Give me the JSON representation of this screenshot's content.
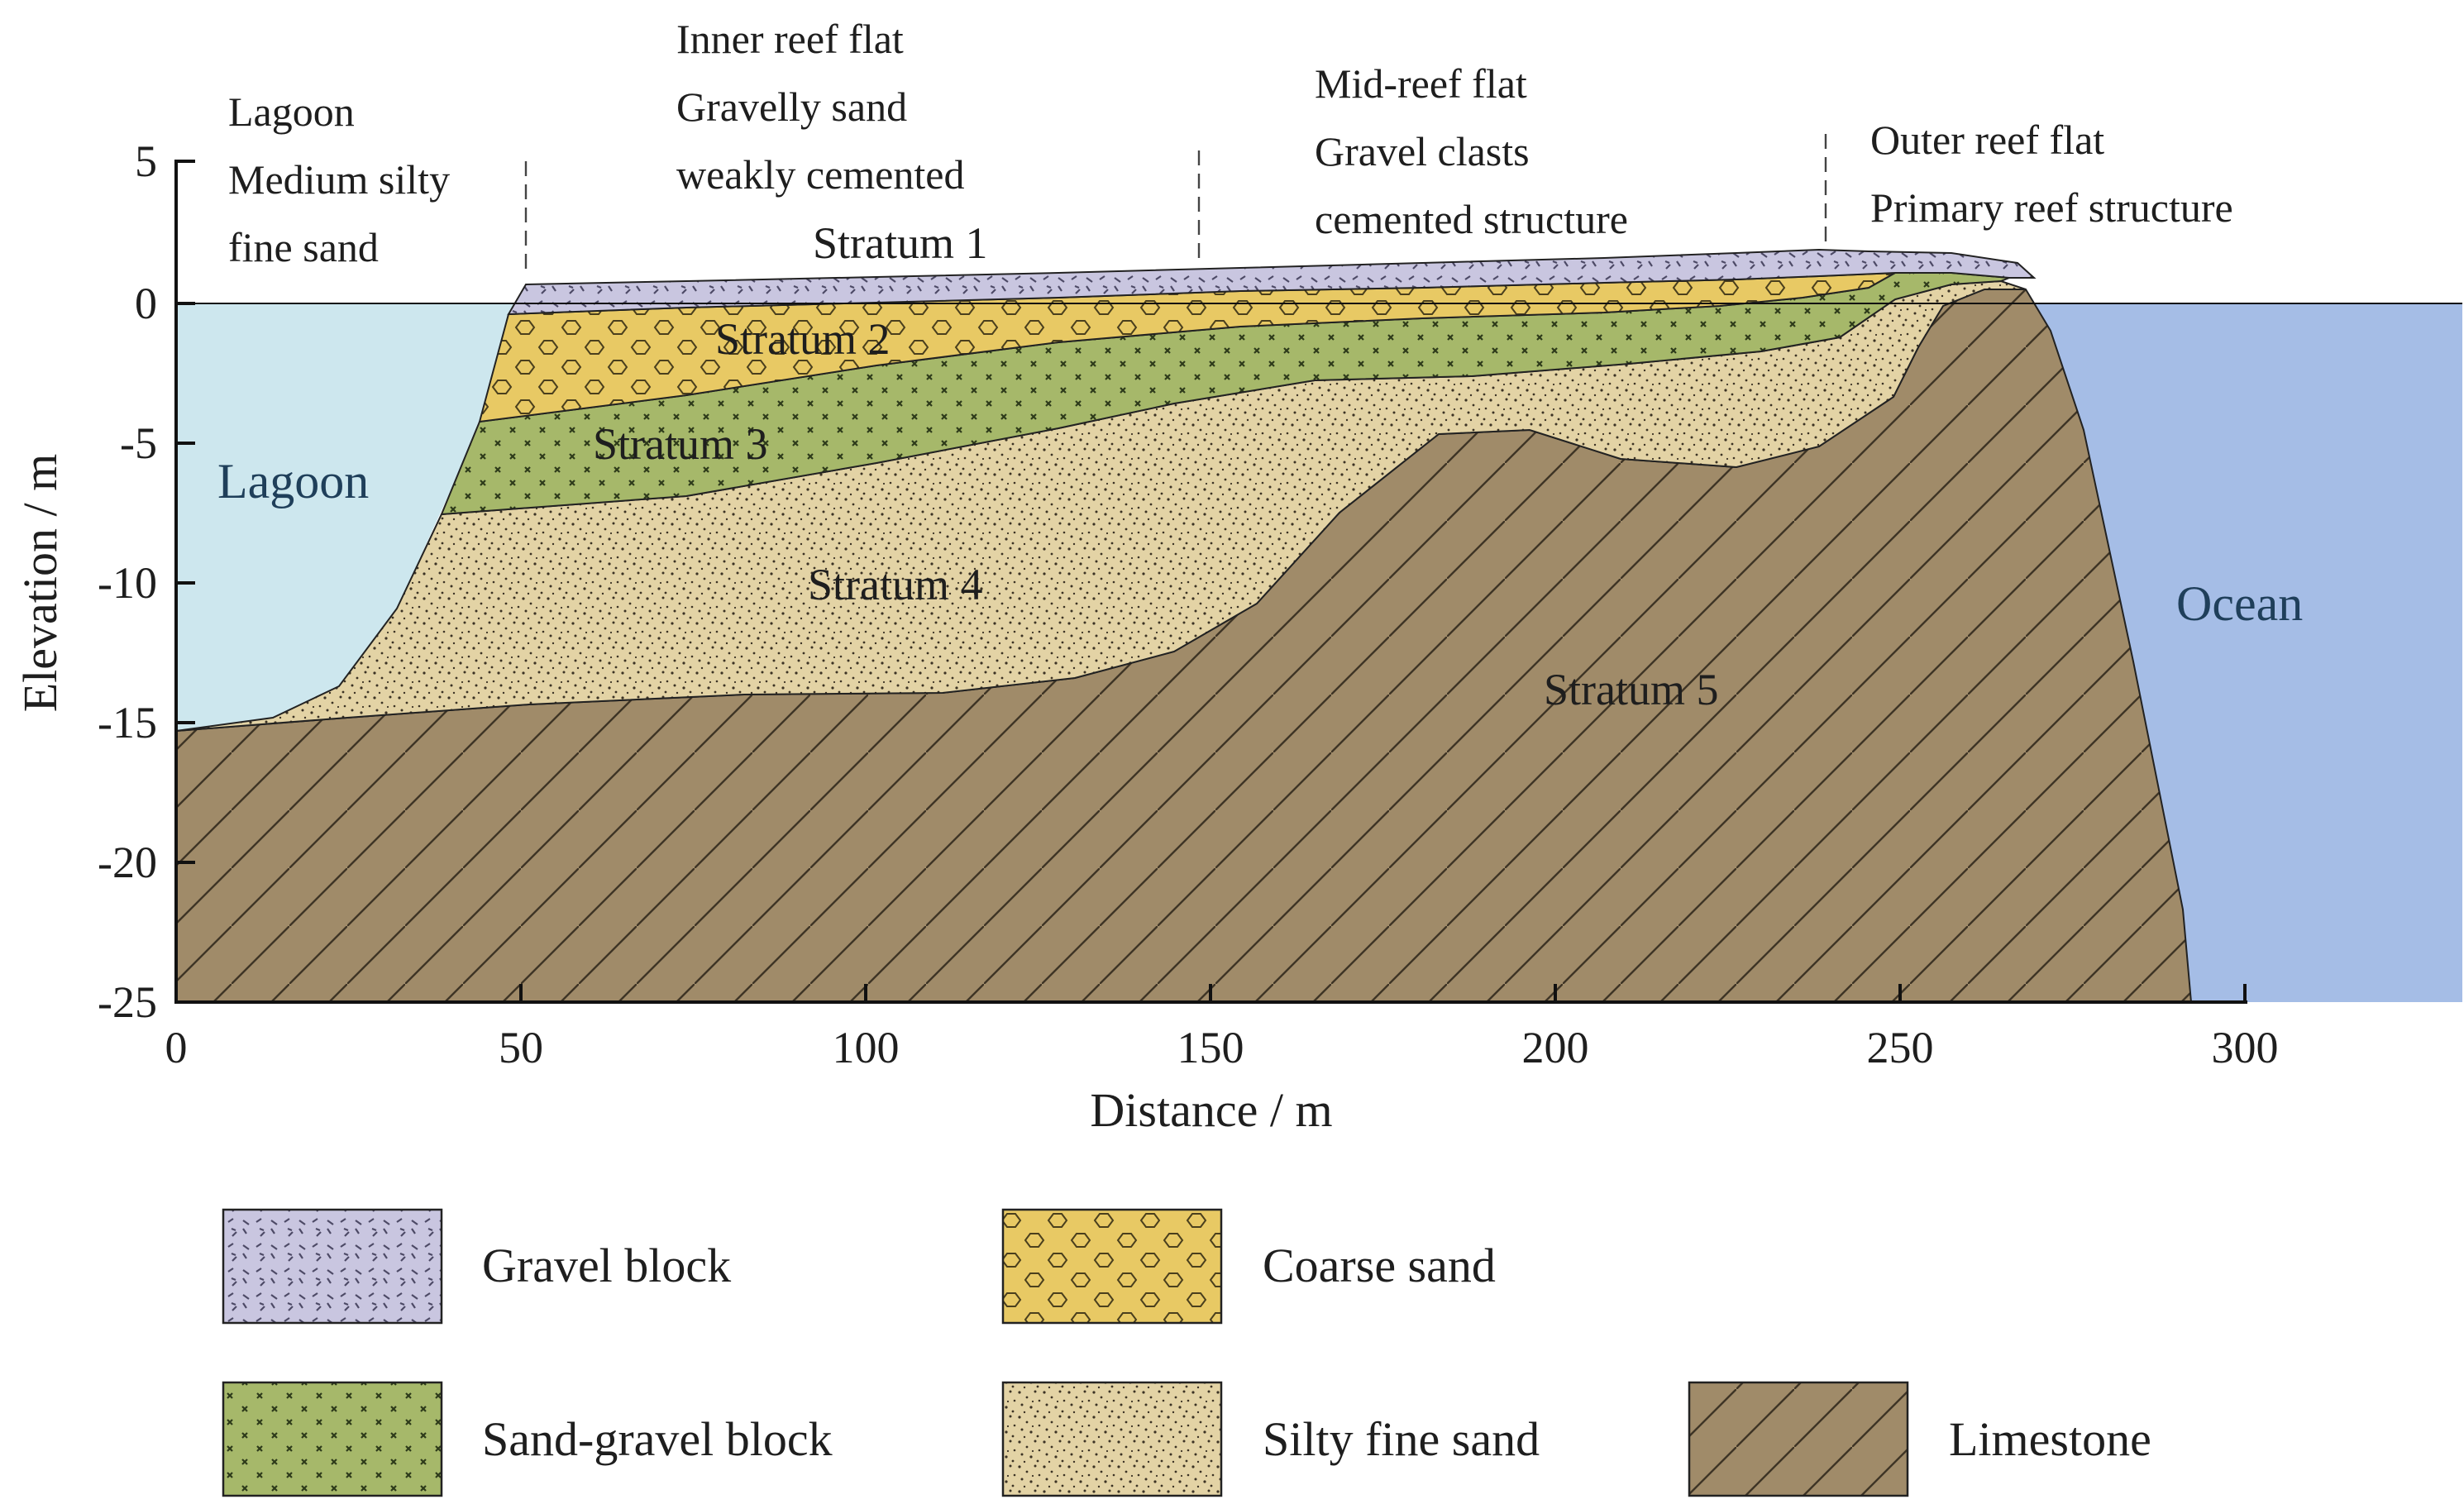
{
  "zones": {
    "lagoon": [
      "Lagoon",
      "Medium silty",
      "fine sand"
    ],
    "inner": [
      "Inner reef flat",
      "Gravelly sand",
      "weakly cemented"
    ],
    "mid": [
      "Mid-reef flat",
      "Gravel clasts",
      "cemented structure"
    ],
    "outer": [
      "Outer reef flat",
      "Primary reef structure"
    ]
  },
  "strata": [
    "Stratum 1",
    "Stratum 2",
    "Stratum 3",
    "Stratum 4",
    "Stratum 5"
  ],
  "water": {
    "lagoon": "Lagoon",
    "ocean": "Ocean"
  },
  "axes": {
    "x_title": "Distance / m",
    "y_title": "Elevation / m",
    "x_ticks": [
      "0",
      "50",
      "100",
      "150",
      "200",
      "250",
      "300"
    ],
    "y_ticks": [
      "5",
      "0",
      "-5",
      "-10",
      "-15",
      "-20",
      "-25"
    ]
  },
  "legend": [
    {
      "key": "gravel",
      "label": "Gravel block"
    },
    {
      "key": "coarse",
      "label": "Coarse sand"
    },
    {
      "key": "sandgravel",
      "label": "Sand-gravel block"
    },
    {
      "key": "silty",
      "label": "Silty fine sand"
    },
    {
      "key": "limestone",
      "label": "Limestone"
    }
  ],
  "colors": {
    "gravel": "#c9c6e0",
    "coarse": "#e8c964",
    "sandgravel": "#a6b86a",
    "silty": "#e3d3a5",
    "limestone": "#a08b69",
    "lagoon_water": "#cde7ee",
    "ocean_water": "#a5bde6"
  }
}
